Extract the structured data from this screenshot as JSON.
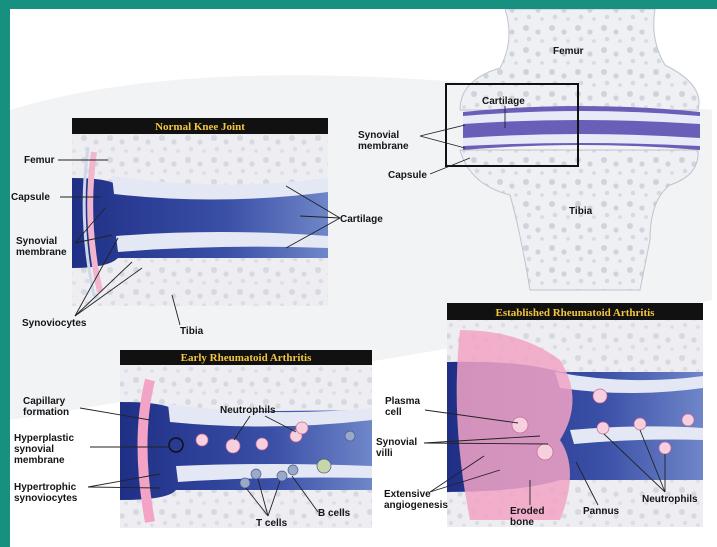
{
  "colors": {
    "frame": "#18907f",
    "cartilage": "#dde4f4",
    "synovium": "#7b6cc2",
    "inflamed": "#f2a3c6"
  },
  "overview": {
    "labels": {
      "femur": "Femur",
      "cartilage": "Cartilage",
      "synovial_membrane": "Synovial\nmembrane",
      "capsule": "Capsule",
      "tibia": "Tibia"
    }
  },
  "normal": {
    "title": "Normal Knee Joint",
    "labels": {
      "femur": "Femur",
      "capsule": "Capsule",
      "synovial_membrane": "Synovial\nmembrane",
      "cartilage": "Cartilage",
      "synoviocytes": "Synoviocytes",
      "tibia": "Tibia"
    }
  },
  "early": {
    "title": "Early Rheumatoid Arthritis",
    "labels": {
      "capillary": "Capillary\nformation",
      "neutrophils": "Neutrophils",
      "hyperplastic": "Hyperplastic\nsynovial\nmembrane",
      "hypertrophic": "Hypertrophic\nsynoviocytes",
      "t_cells": "T cells",
      "b_cells": "B cells"
    }
  },
  "established": {
    "title": "Established Rheumatoid Arthritis",
    "labels": {
      "plasma": "Plasma\ncell",
      "villi": "Synovial\nvilli",
      "angiogenesis": "Extensive\nangiogenesis",
      "eroded": "Eroded\nbone",
      "pannus": "Pannus",
      "neutrophils": "Neutrophils"
    }
  }
}
